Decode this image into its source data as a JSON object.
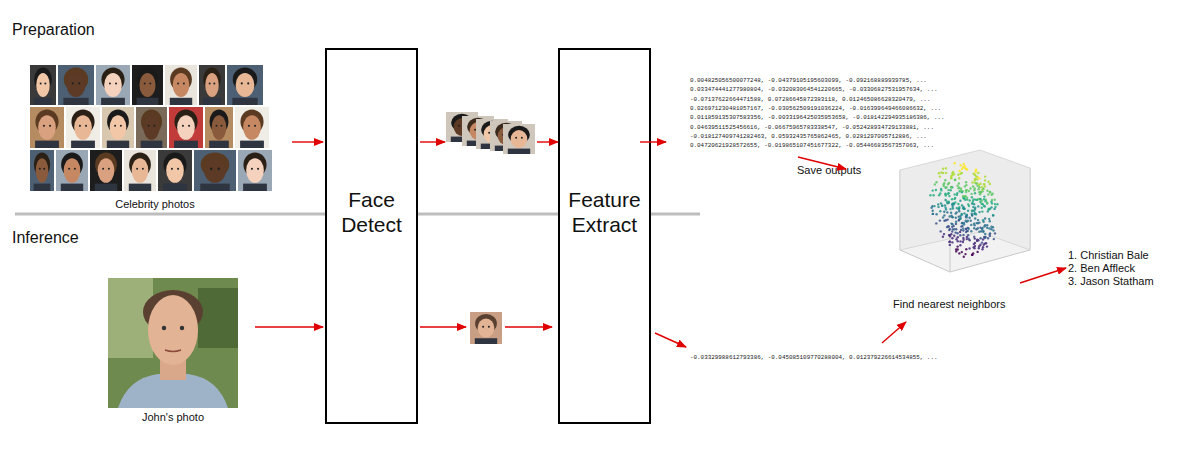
{
  "diagram": {
    "nodes": [
      {
        "text": [
          "Celebrity photos"
        ]
      },
      {
        "text": [
          "Face Detect"
        ]
      },
      {
        "text": [
          "Feature Extract"
        ]
      },
      {
        "text": [
          "John's photo"
        ]
      }
    ],
    "edges": [
      {
        "from": 0,
        "to": 1,
        "arrow": "to"
      },
      {
        "from": 3,
        "to": 1,
        "arrow": "to"
      }
    ],
    "labels": [
      "Preparation",
      "Inference",
      "0.004825056500077248, -0.04379105195603099, -0.092168889939785, ...",
      "0.033474441277980804, -0.032083064541220665, -0.03306827531957634, ...",
      "-0.07137622664471588, 0.07286645872383118, 0.012465086628320479, ...",
      "0.026971230481057167, -0.030562509191036224, -0.016399649466086632, ...",
      "0.011859135307583356, -0.0033196425035953658, -0.018142294935186386, ...",
      "0.04639511525456616, -0.06675965783338547, -0.052428934729133881, ...",
      "-0.018127409741282463, 0.05932435765862465, 0.0281297005712886, ...",
      "0.04720621928572655, -0.019865107451677322, -0.05446683567357063, ...",
      "Save outputs",
      "Find nearest neighbors",
      "1. Christian Bale",
      "2. Ben Affleck",
      "3. Jason Statham",
      "-0.03329988612793386, -0.045085109770288004, 0.012379226614534855, ..."
    ]
  }
}
